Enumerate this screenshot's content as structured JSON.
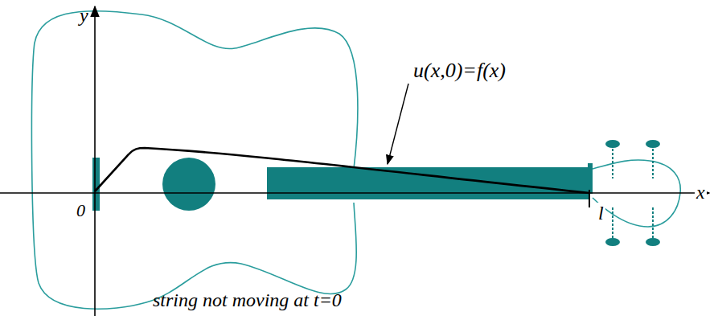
{
  "diagram": {
    "labels": [
      "y",
      "x",
      "0",
      "l",
      "u(x,0)=f(x)",
      "string not moving at t=0"
    ]
  }
}
